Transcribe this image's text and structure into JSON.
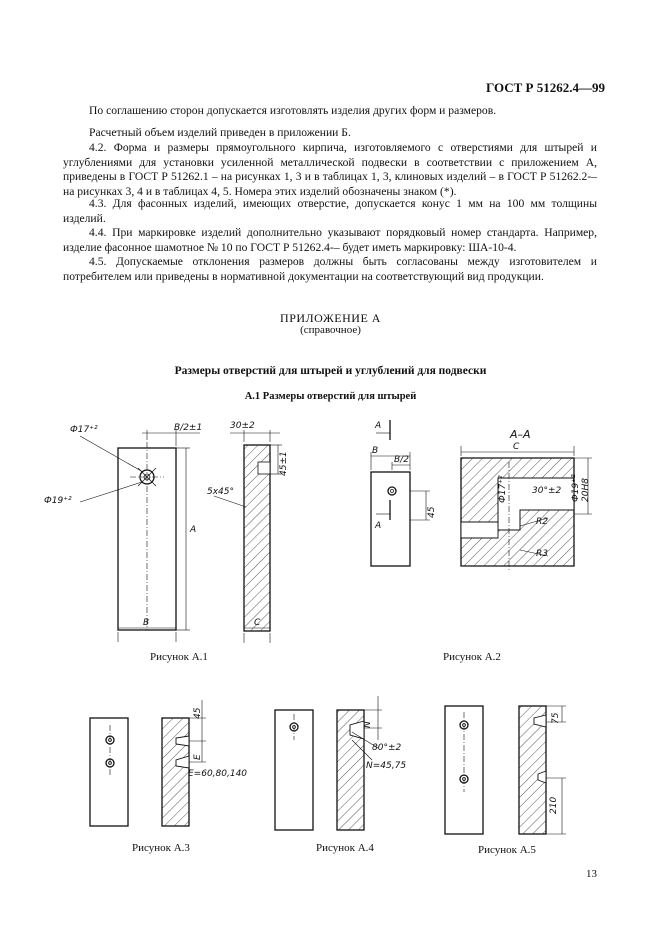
{
  "header": {
    "standard": "ГОСТ Р 51262.4—99"
  },
  "paragraphs": [
    "По соглашению сторон допускается изготовлять изделия других форм и размеров.",
    "Расчетный объем изделий приведен в приложении Б.",
    "4.2. Форма и размеры прямоугольного кирпича, изготовляемого с отверстиями для штырей и углублениями для установки усиленной металлической подвески в соответствии с приложением А, приведены в ГОСТ Р 51262.1 – на рисунках 1, 3 и в таблицах 1, 3, клиновых изделий – в ГОСТ Р 51262.2-– на рисунках 3, 4 и в таблицах 4, 5. Номера этих изделий обозначены знаком (*).",
    "4.3. Для фасонных изделий, имеющих отверстие, допускается конус 1 мм на 100 мм толщины изделий.",
    "4.4. При маркировке изделий дополнительно указывают порядковый номер стандарта. Например, изделие фасонное шамотное № 10 по ГОСТ Р 51262.4-– будет иметь маркировку: ША-10-4.",
    "4.5. Допускаемые отклонения размеров должны быть согласованы между изготовителем и потребителем или приведены в нормативной документации на соответствующий вид продукции."
  ],
  "appendix": {
    "title": "ПРИЛОЖЕНИЕ А",
    "subtitle": "(справочное)",
    "section_title": "Размеры отверстий для штырей и углублений для подвески",
    "subsection_title": "А.1 Размеры отверстий для штырей"
  },
  "figures": {
    "a1": {
      "caption": "Рисунок А.1",
      "phi17": "Ф17⁺²",
      "phi19": "Ф19⁺²",
      "b2": "B/2±1",
      "top30": "30±2",
      "d45": "45±1",
      "chamfer": "5x45°",
      "a": "A",
      "b": "B",
      "c": "C"
    },
    "a2": {
      "caption": "Рисунок А.2",
      "aa": "А–А",
      "a_mark": "А",
      "b": "B",
      "b2": "B/2",
      "d45": "45",
      "c": "C",
      "phi17": "Ф17⁺²",
      "top30": "30°±2",
      "phi19": "Ф19⁺²",
      "d20": "20Н8",
      "r2": "R2",
      "r3": "R3"
    },
    "a3": {
      "caption": "Рисунок А.3",
      "d45": "45",
      "e": "E",
      "e_vals": "E=60,80,140"
    },
    "a4": {
      "caption": "Рисунок А.4",
      "n": "N",
      "angle": "80°±2",
      "n_vals": "N=45,75"
    },
    "a5": {
      "caption": "Рисунок А.5",
      "d75": "75",
      "d210": "210"
    }
  },
  "page": {
    "number": "13"
  }
}
